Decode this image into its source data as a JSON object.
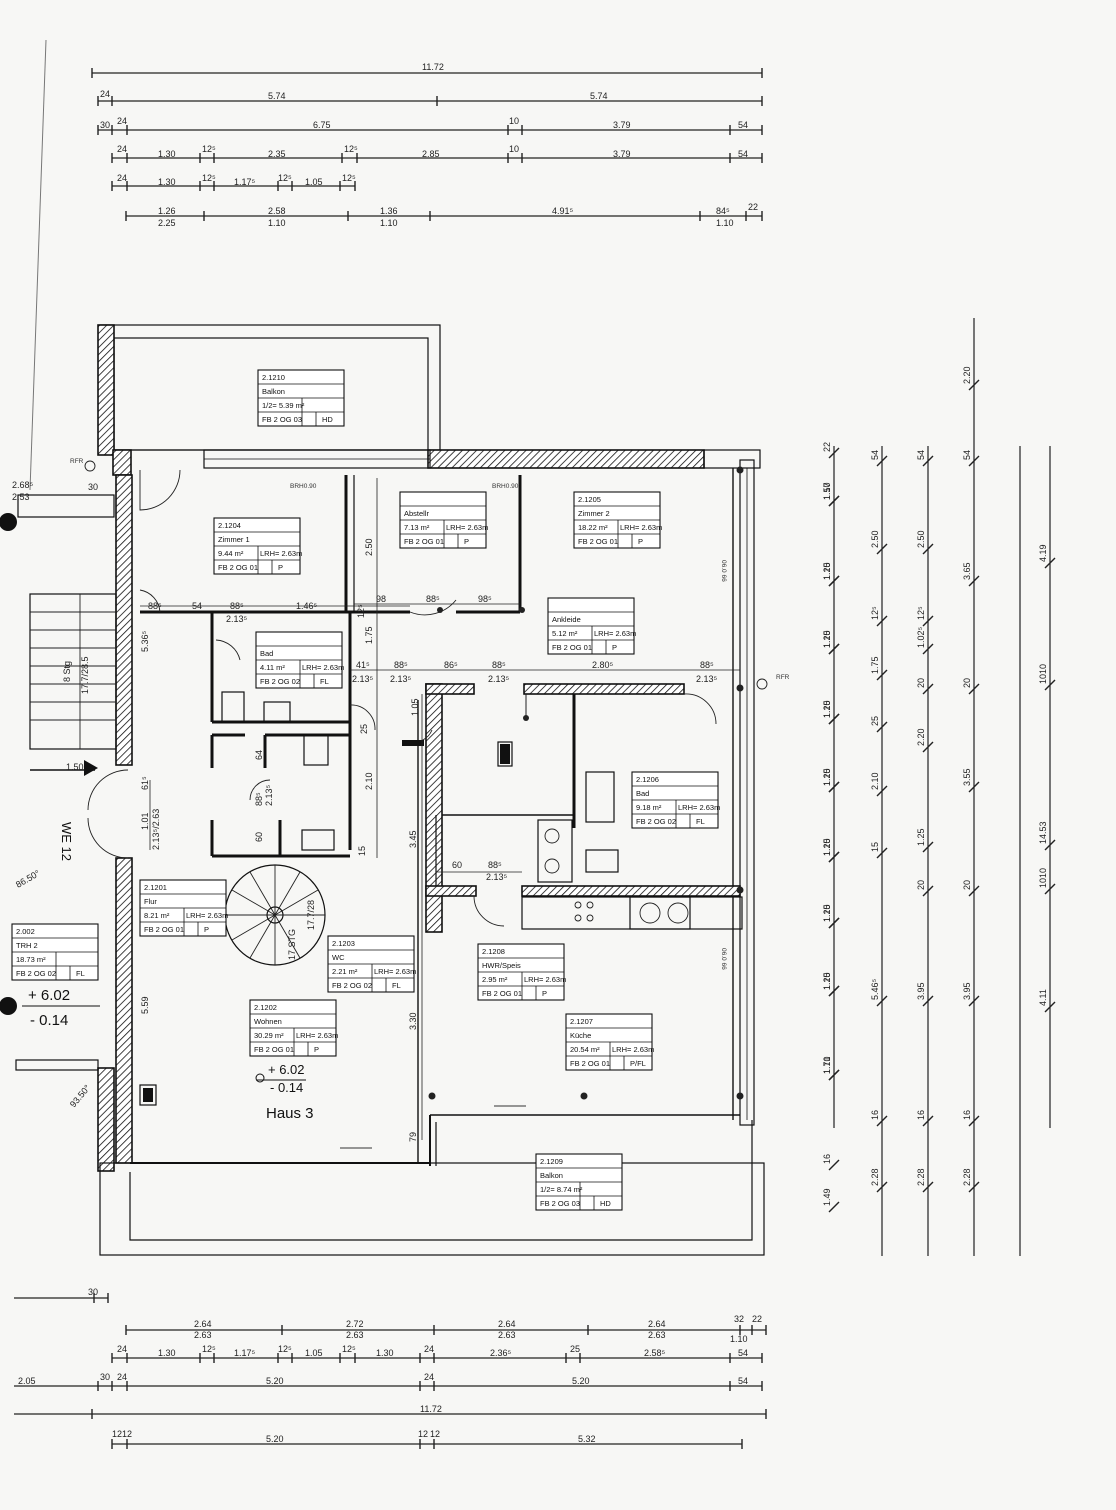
{
  "top_dims": {
    "r1": [
      "11.72"
    ],
    "r2": [
      "24",
      "5.74",
      "5.74"
    ],
    "r3": [
      "30",
      "24",
      "6.75",
      "10",
      "3.79",
      "54"
    ],
    "r4": [
      "24",
      "1.30",
      "12⁵",
      "2.35",
      "12⁵",
      "2.85",
      "10",
      "3.79",
      "54"
    ],
    "r5": [
      "24",
      "1.30",
      "12⁵",
      "1.17⁵",
      "12⁵",
      "1.05",
      "12⁵"
    ],
    "r6a": [
      "1.26",
      "2.58",
      "1.36",
      "4.91⁵",
      "84⁵",
      "22"
    ],
    "r6b": [
      "2.25",
      "1.10",
      "1.10",
      "1.10"
    ]
  },
  "bottom_dims": {
    "r1": [
      "30"
    ],
    "r2a": [
      "2.64",
      "2.72",
      "2.64",
      "2.64",
      "32",
      "22"
    ],
    "r2b": [
      "2.63",
      "2.63",
      "2.63",
      "2.63",
      "1.10"
    ],
    "r3": [
      "24",
      "1.30",
      "12⁵",
      "1.17⁵",
      "12⁵",
      "1.05",
      "12⁵",
      "1.30",
      "24",
      "2.36⁵",
      "25",
      "2.58⁵",
      "54"
    ],
    "r4": [
      "2.05",
      "30",
      "24",
      "5.20",
      "24",
      "5.20",
      "54"
    ],
    "r5": [
      "11.72"
    ],
    "r6": [
      "12",
      "12",
      "5.20",
      "12",
      "12",
      "5.32"
    ]
  },
  "right_dims": {
    "c1": [
      "22",
      "1.57",
      "1.10",
      "1.25",
      "1.10",
      "1.25",
      "1.10",
      "1.25",
      "1.10",
      "1.25",
      "1.10",
      "1.25",
      "1.10",
      "1.25",
      "1.10",
      "1.25",
      "1.10",
      "1.71",
      "1.10",
      "16",
      "1.49"
    ],
    "c2": [
      "54",
      "2.50",
      "12⁵",
      "1.75",
      "25",
      "2.10",
      "15",
      "5.46⁵",
      "16",
      "2.28"
    ],
    "c3": [
      "54",
      "2.50",
      "12⁵",
      "1.02⁵",
      "20",
      "2.20",
      "1.25",
      "20",
      "3.95",
      "16",
      "2.28"
    ],
    "c4": [
      "2.20",
      "54",
      "3.65",
      "20",
      "3.55",
      "20",
      "3.95",
      "16",
      "2.28"
    ],
    "c5": [
      "4.19",
      "1010",
      "14.53",
      "1010",
      "4.11"
    ]
  },
  "rooms": [
    {
      "id": "2.1210",
      "name": "Balkon",
      "area": "1/2= 5.39 m²",
      "lrh": "",
      "code": "FB 2 OG 03",
      "type": "HD"
    },
    {
      "id": "2.1204",
      "name": "Zimmer 1",
      "area": "9.44 m²",
      "lrh": "LRH= 2.63m",
      "code": "FB 2 OG 01",
      "type": "P"
    },
    {
      "id": "",
      "name": "Abstellr",
      "area": "7.13 m²",
      "lrh": "LRH= 2.63m",
      "code": "FB 2 OG 01",
      "type": "P"
    },
    {
      "id": "2.1205",
      "name": "Zimmer 2",
      "area": "18.22 m²",
      "lrh": "LRH= 2.63m",
      "code": "FB 2 OG 01",
      "type": "P"
    },
    {
      "id": "",
      "name": "Bad",
      "area": "4.11 m²",
      "lrh": "LRH= 2.63m",
      "code": "FB 2 OG 02",
      "type": "FL"
    },
    {
      "id": "",
      "name": "Ankleide",
      "area": "5.12 m²",
      "lrh": "LRH= 2.63m",
      "code": "FB 2 OG 01",
      "type": "P"
    },
    {
      "id": "2.1206",
      "name": "Bad",
      "area": "9.18 m²",
      "lrh": "LRH= 2.63m",
      "code": "FB 2 OG 02",
      "type": "FL"
    },
    {
      "id": "2.1201",
      "name": "Flur",
      "area": "8.21 m²",
      "lrh": "LRH= 2.63m",
      "code": "FB 2 OG 01",
      "type": "P"
    },
    {
      "id": "2.1203",
      "name": "WC",
      "area": "2.21 m²",
      "lrh": "LRH= 2.63m",
      "code": "FB 2 OG 02",
      "type": "FL"
    },
    {
      "id": "2.1208",
      "name": "HWR/Speis",
      "area": "2.95 m²",
      "lrh": "LRH= 2.63m",
      "code": "FB 2 OG 01",
      "type": "P"
    },
    {
      "id": "2.1202",
      "name": "Wohnen",
      "area": "30.29 m²",
      "lrh": "LRH= 2.63m",
      "code": "FB 2 OG 01",
      "type": "P"
    },
    {
      "id": "2.1207",
      "name": "Küche",
      "area": "20.54 m²",
      "lrh": "LRH= 2.63m",
      "code": "FB 2 OG 01",
      "type": "P/FL"
    },
    {
      "id": "2.1209",
      "name": "Balkon",
      "area": "1/2= 8.74 m²",
      "lrh": "",
      "code": "FB 2 OG 03",
      "type": "HD"
    },
    {
      "id": "2.002",
      "name": "TRH 2",
      "area": "18.73 m²",
      "lrh": "",
      "code": "FB 2 OG 02",
      "type": "FL"
    }
  ],
  "inner_dims": {
    "row1": [
      "88⁵",
      "54",
      "88⁵",
      "1.46⁵",
      "98",
      "88⁵",
      "98⁵"
    ],
    "row1b": [
      "2.13⁵",
      "12⁵"
    ],
    "row2": [
      "41⁵",
      "88⁵",
      "86⁵",
      "88⁵",
      "2.80⁵",
      "88⁵"
    ],
    "row2b": [
      "2.13⁵",
      "2.13⁵",
      "2.13⁵",
      "2.13⁵"
    ],
    "row3": [
      "60",
      "88⁵",
      "2.13⁵"
    ],
    "vert": [
      "5.36⁵",
      "2.50",
      "1.75",
      "1.05",
      "25",
      "2.10",
      "15",
      "3.45",
      "3.30",
      "79",
      "64",
      "88⁵",
      "2.13⁵",
      "60",
      "61⁵",
      "1.01",
      "2.13⁵/2.63",
      "5.59",
      "1.50"
    ],
    "brh": [
      "BRH0.90",
      "BRH0.90"
    ],
    "misc": [
      "RFR",
      "RFR",
      "2.68⁵",
      "2.53",
      "30",
      "8 Stg",
      "17.7/28.5",
      "17 STG",
      "17.7/28",
      "06.0 66",
      "06.0 66"
    ]
  },
  "labels": {
    "we": "WE 12",
    "haus": "Haus 3",
    "level_plus": "+ 6.02",
    "level_minus": "- 0.14",
    "level_plus_left": "+ 6.02",
    "level_minus_left": "- 0.14",
    "angle1": "86.50°",
    "angle2": "93.50°"
  }
}
